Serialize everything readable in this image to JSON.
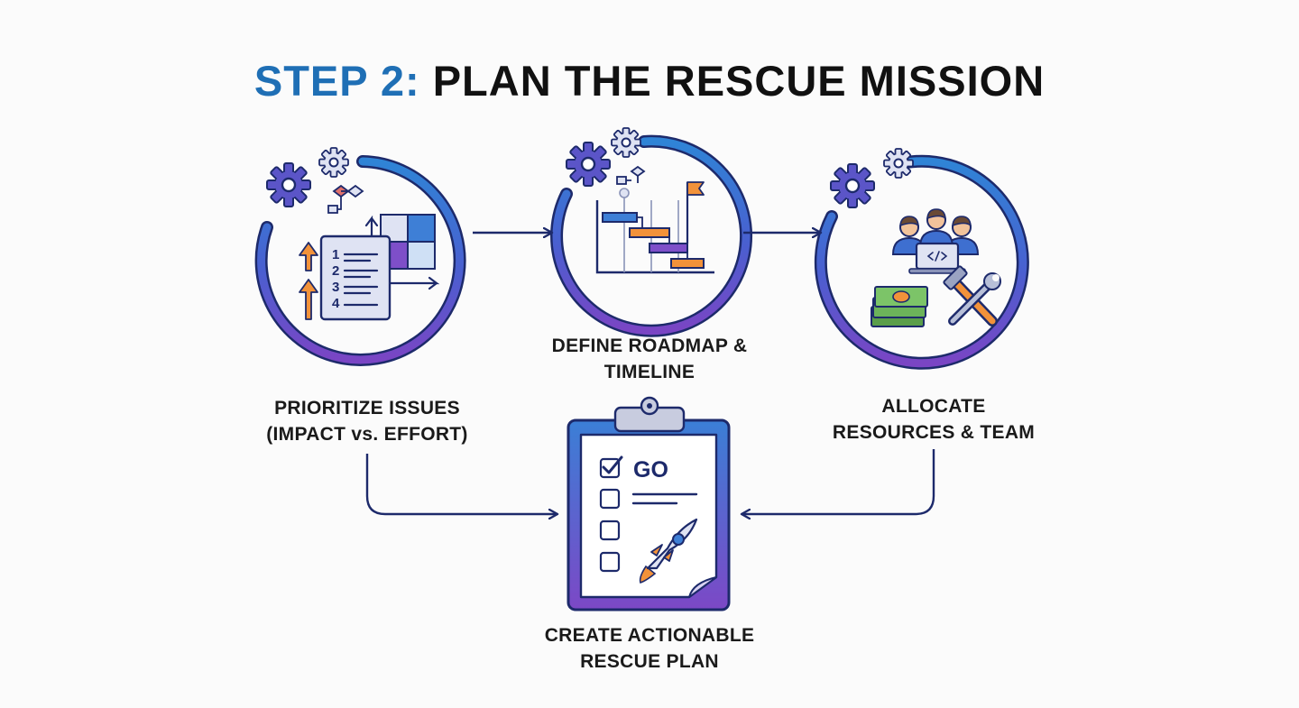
{
  "title": {
    "highlight": "STEP 2:",
    "rest": "PLAN THE RESCUE MISSION"
  },
  "steps": [
    {
      "id": "prioritize",
      "line1": "PRIORITIZE ISSUES",
      "line2": "(IMPACT vs. EFFORT)",
      "icon": "priority-matrix-icon"
    },
    {
      "id": "roadmap",
      "line1": "DEFINE ROADMAP &",
      "line2": "TIMELINE",
      "icon": "gantt-chart-icon"
    },
    {
      "id": "allocate",
      "line1": "ALLOCATE",
      "line2": "RESOURCES & TEAM",
      "icon": "team-resources-icon"
    }
  ],
  "result": {
    "line1": "CREATE ACTIONABLE",
    "line2": "RESCUE PLAN",
    "icon": "clipboard-rocket-icon"
  },
  "checklist": {
    "first_item": "GO"
  },
  "priority_numbers": [
    "1",
    "2",
    "3",
    "4"
  ],
  "colors": {
    "blue": "#1f6fb5",
    "purple": "#7e4fc9",
    "navy": "#1d2a6b",
    "orange": "#f2923a",
    "text": "#1a1a1a"
  }
}
